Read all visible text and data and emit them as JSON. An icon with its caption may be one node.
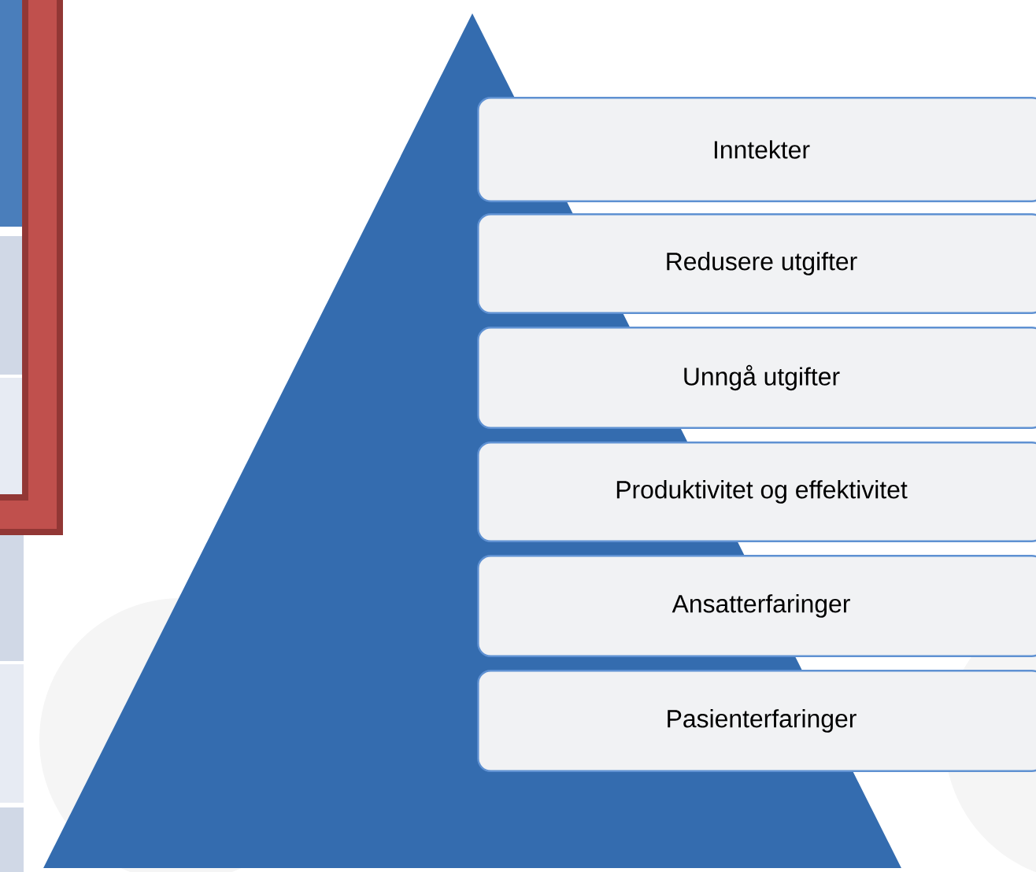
{
  "diagram": {
    "nodes": [
      {
        "text": [],
        "shape": "triangle"
      },
      {
        "text": [
          "Inntekter"
        ]
      },
      {
        "text": [
          "Redusere utgifter"
        ]
      },
      {
        "text": [
          "Unngå utgifter"
        ]
      },
      {
        "text": [
          "Produktivitet og effektivitet"
        ]
      },
      {
        "text": [
          "Ansatterfaringer"
        ]
      },
      {
        "text": [
          "Pasienterfaringer"
        ]
      }
    ]
  }
}
